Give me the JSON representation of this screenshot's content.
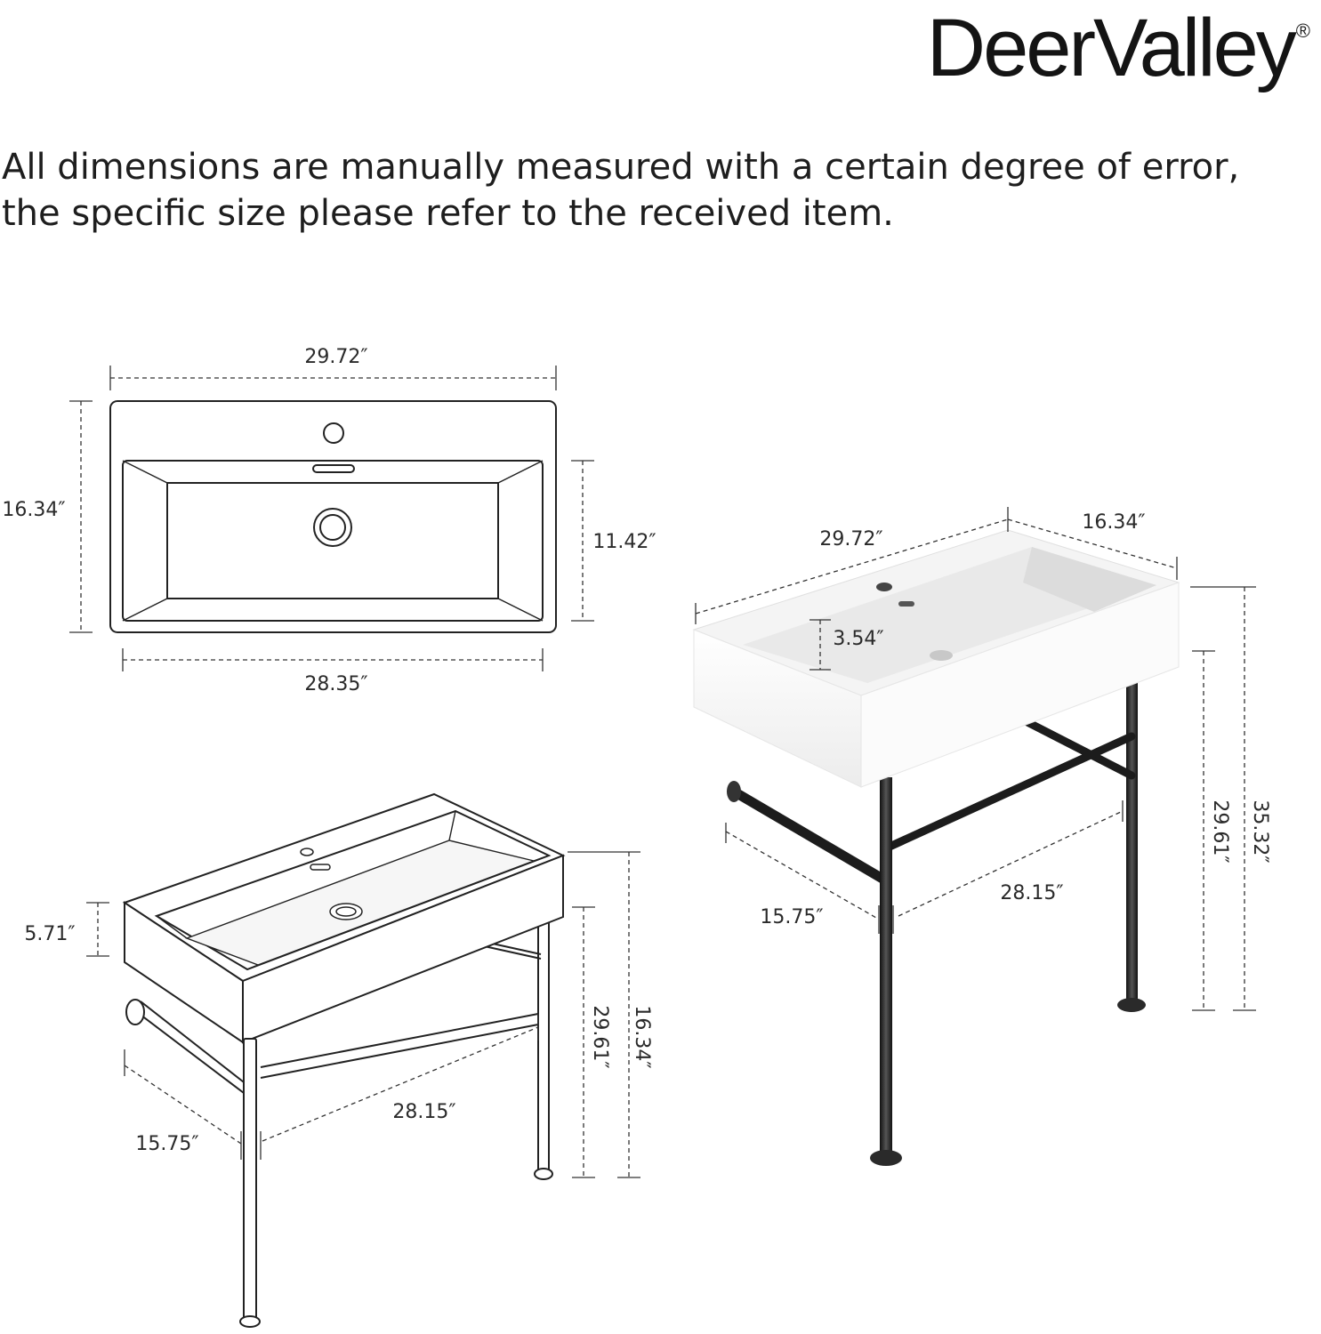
{
  "brand": {
    "name": "DeerValley",
    "registered": "®"
  },
  "disclaimer": {
    "line1": "All dimensions are manually measured with a certain degree of error,",
    "line2": "the specific size please refer to the received item."
  },
  "top_view": {
    "overall_width": "29.72″",
    "overall_depth": "16.34″",
    "basin_depth": "11.42″",
    "basin_width": "28.35″"
  },
  "line_drawing": {
    "basin_height": "5.71″",
    "leg_height": "29.61″",
    "total_height": "16.34″",
    "frame_width": "28.15″",
    "frame_depth": "15.75″"
  },
  "photo_view": {
    "overall_width": "29.72″",
    "overall_depth": "16.34″",
    "basin_height": "3.54″",
    "leg_height": "29.61″",
    "total_height": "35.32″",
    "frame_width": "28.15″",
    "frame_depth": "15.75″"
  }
}
